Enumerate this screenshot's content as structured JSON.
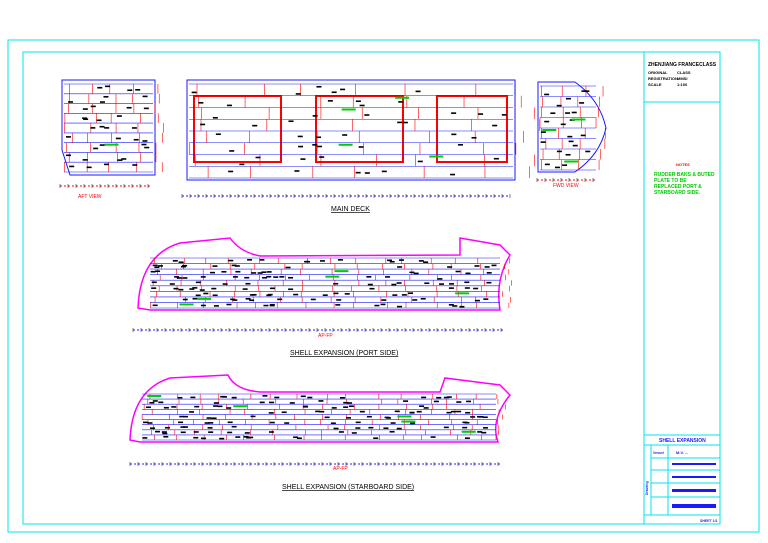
{
  "colors": {
    "frame": "#00e5ee",
    "outline": "#1a1aff",
    "plate": "#ff0000",
    "hull": "#ff00ff",
    "note": "#00cc00",
    "text": "#000000"
  },
  "views": {
    "transom_label": "AFT VIEW",
    "bow_label": "FWD VIEW",
    "main_deck_title": "MAIN DECK",
    "port_title": "SHELL EXPANSION (PORT SIDE)",
    "starboard_title": "SHELL EXPANSION (STARBOARD SIDE)",
    "port_dim": "AP-FP",
    "starboard_dim": "AP-FP"
  },
  "title_block": {
    "company": "ZHENJIANG FRANCECLASS",
    "rows": [
      {
        "label": "ORIGINAL",
        "value": "CLASS"
      },
      {
        "label": "REGISTRATION",
        "value": "MMSI"
      },
      {
        "label": "SCALE",
        "value": "1:100"
      }
    ],
    "notes_heading": "NOTES",
    "notes_text": [
      "RUDDER BAKS & BUTED",
      "PLATE TO BE",
      "REPLACED PORT &",
      "STARBOARD SIDE."
    ],
    "drawing_title": "SHELL EXPANSION",
    "vessel_label": "Vessel",
    "vessel_name": "M.V. ...",
    "side_label": "Drawing",
    "footer": "SHEET 1/1"
  }
}
